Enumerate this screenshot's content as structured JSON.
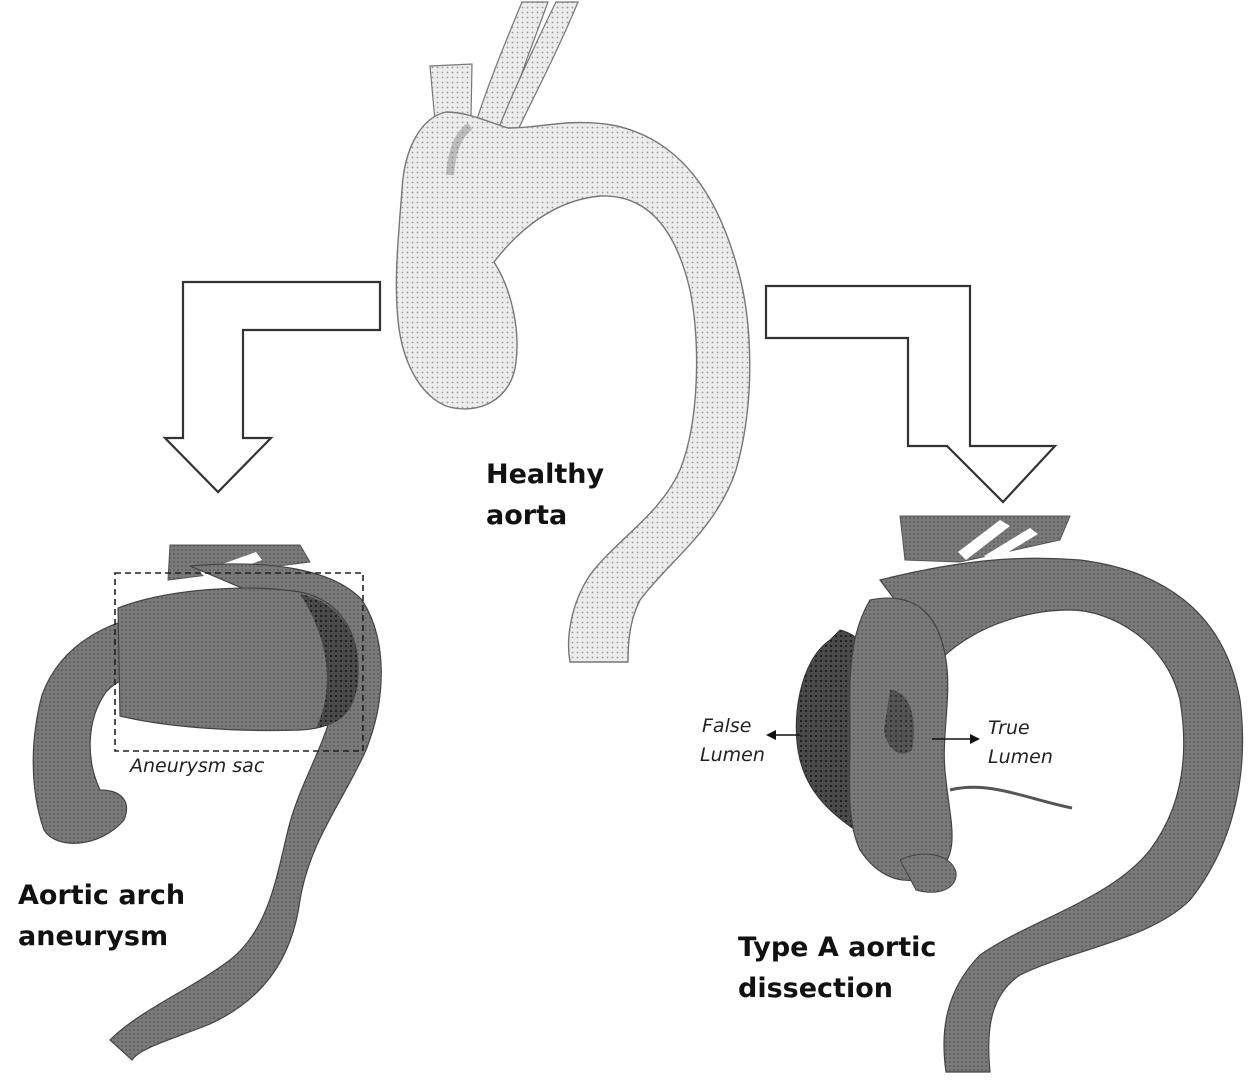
{
  "labels": {
    "healthy": [
      "Healthy",
      "aorta"
    ],
    "aneurysm": [
      "Aortic arch",
      "aneurysm"
    ],
    "dissection": [
      "Type A aortic",
      "dissection"
    ],
    "aneurysm_sac": "Aneurysm sac",
    "false_lumen": [
      "False",
      "Lumen"
    ],
    "true_lumen": [
      "True",
      "Lumen"
    ]
  },
  "colors": {
    "healthy_fill": "#e6e6e6",
    "disease_fill": "#767676",
    "sac_fill": "#8a8a8a",
    "dark_shade": "#3c3c3c"
  }
}
